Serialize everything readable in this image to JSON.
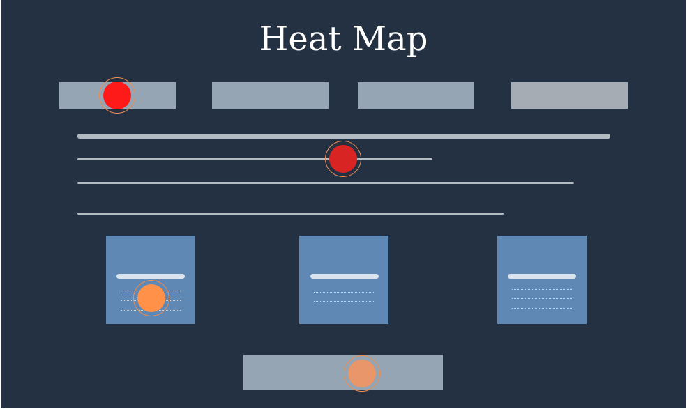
{
  "title": "Heat Map",
  "colors": {
    "background": "#233142",
    "block": "#95a5b3",
    "card": "#6088b4",
    "heat_hot": "#ff1a1a",
    "heat_warm": "#d92424",
    "heat_mid": "#ff9148",
    "heat_cool": "#e8966a",
    "ring": "#f08d4f"
  },
  "heat_spots": [
    {
      "target": "nav-block-1",
      "intensity": "high"
    },
    {
      "target": "body-line-2",
      "intensity": "high"
    },
    {
      "target": "card-1",
      "intensity": "medium"
    },
    {
      "target": "bottom-block",
      "intensity": "medium"
    }
  ]
}
